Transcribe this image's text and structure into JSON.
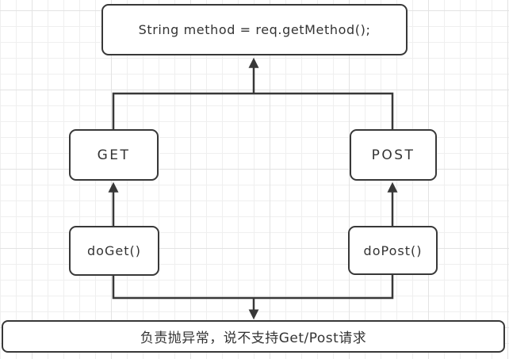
{
  "diagram": {
    "nodes": {
      "method": {
        "label": "String method = req.getMethod();"
      },
      "get": {
        "label": "GET"
      },
      "post": {
        "label": "POST"
      },
      "doget": {
        "label": "doGet()"
      },
      "dopost": {
        "label": "doPost()"
      },
      "fallback": {
        "label": "负责抛异常，说不支持Get/Post请求"
      }
    },
    "colors": {
      "stroke": "#383838",
      "node_fill": "#ffffff",
      "text": "#333333",
      "grid_minor": "#efefef",
      "grid_major": "#e3e3e3",
      "background": "#ffffff"
    }
  }
}
